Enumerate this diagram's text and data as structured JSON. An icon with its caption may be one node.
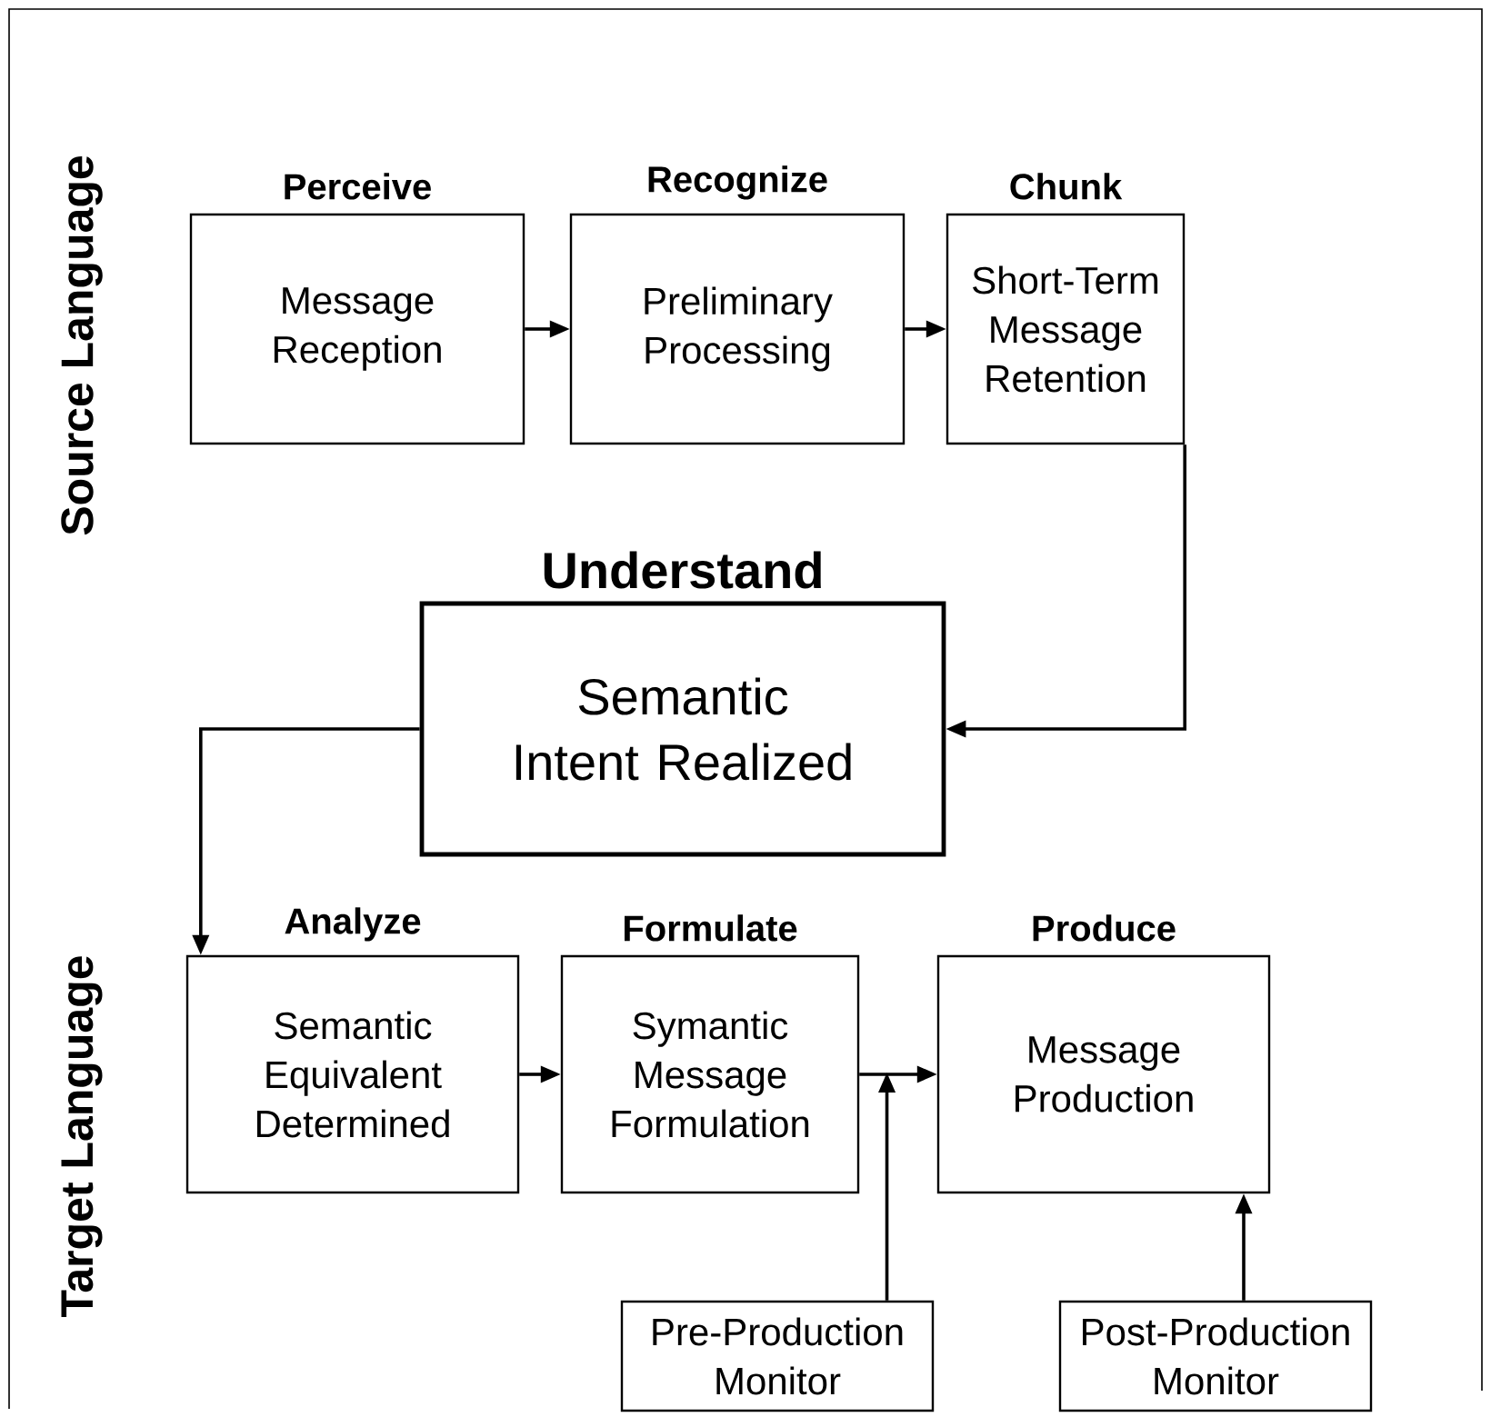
{
  "diagram": {
    "nodes": [
      {
        "text": [
          "Perceive",
          "Message Reception"
        ]
      },
      {
        "text": [
          "Recognize",
          "Preliminary Processing"
        ]
      },
      {
        "text": [
          "Chunk",
          "Short-Term Message Retention"
        ]
      },
      {
        "text": [
          "Understand",
          "Semantic Intent Realized"
        ]
      },
      {
        "text": [
          "Analyze",
          "Semantic Equivalent Determined"
        ]
      },
      {
        "text": [
          "Formulate",
          "Symantic Message Formulation"
        ]
      },
      {
        "text": [
          "Produce",
          "Message Production"
        ]
      },
      {
        "text": [
          "Pre-Production Monitor"
        ]
      },
      {
        "text": [
          "Post-Production Monitor"
        ]
      }
    ],
    "edges": [
      {
        "from": 0,
        "to": 1,
        "arrow": "to"
      },
      {
        "from": 1,
        "to": 2,
        "arrow": "to"
      },
      {
        "from": 2,
        "to": 3,
        "arrow": "to"
      },
      {
        "from": 3,
        "to": 4,
        "arrow": "to"
      },
      {
        "from": 4,
        "to": 5,
        "arrow": "to"
      },
      {
        "from": 5,
        "to": 6,
        "arrow": "to"
      },
      {
        "from": 7,
        "to": null,
        "arrow": "to"
      },
      {
        "from": 8,
        "to": 6,
        "arrow": "to"
      }
    ],
    "labels": [
      "Source Language",
      "Target Language"
    ]
  }
}
